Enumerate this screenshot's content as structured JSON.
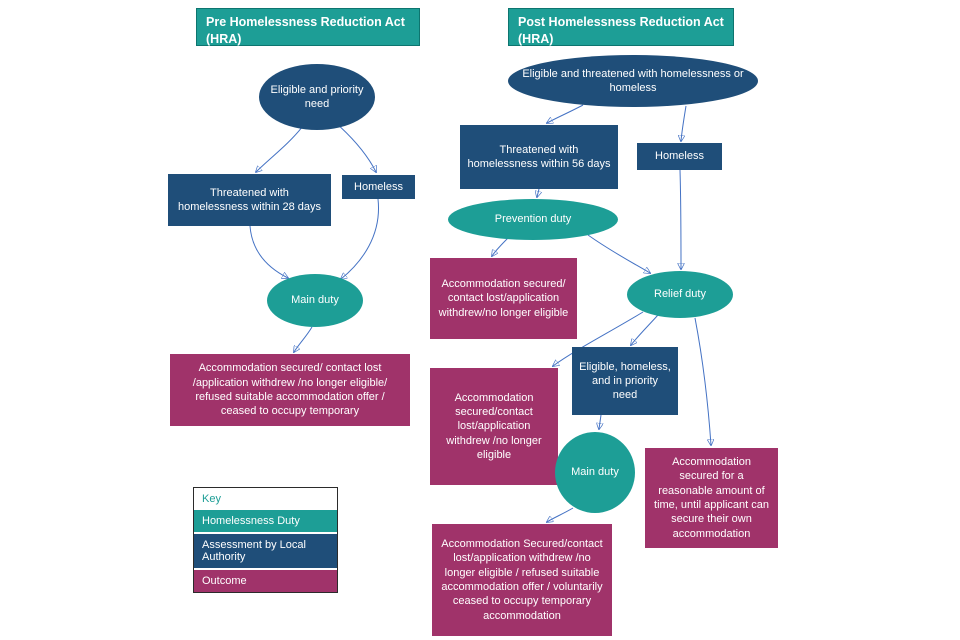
{
  "colors": {
    "homelessness_duty": "#1d9e96",
    "assessment_by_local_authority": "#1f4e79",
    "outcome": "#a0336a",
    "arrow": "#4472c4"
  },
  "pre": {
    "title": "Pre Homelessness Reduction Act (HRA)",
    "eligible": "Eligible and priority need",
    "threatened": "Threatened with homelessness within 28 days",
    "homeless": "Homeless",
    "main_duty": "Main duty",
    "outcome": "Accommodation secured/ contact lost /application withdrew /no longer eligible/ refused suitable accommodation offer / ceased to occupy temporary"
  },
  "post": {
    "title": "Post Homelessness Reduction Act (HRA)",
    "eligible": "Eligible and threatened with homelessness or homeless",
    "threatened": "Threatened with homelessness within 56 days",
    "homeless": "Homeless",
    "prevention_duty": "Prevention duty",
    "prevention_outcome": "Accommodation secured/ contact lost/application withdrew/no longer eligible",
    "relief_duty": "Relief duty",
    "eligible_priority": "Eligible, homeless, and in priority need",
    "relief_outcome": "Accommodation secured/contact lost/application withdrew /no longer eligible",
    "main_duty": "Main duty",
    "main_outcome_right": "Accommodation secured for a reasonable amount of time, until applicant can secure their own accommodation",
    "main_outcome_bottom": "Accommodation Secured/contact lost/application withdrew /no longer eligible / refused suitable accommodation offer / voluntarily ceased to occupy temporary accommodation"
  },
  "key": {
    "title": "Key",
    "items": [
      {
        "label": "Homelessness Duty",
        "type": "homelessness-duty"
      },
      {
        "label": "Assessment by Local Authority",
        "type": "assessment-by-local-authority"
      },
      {
        "label": "Outcome",
        "type": "outcome"
      }
    ]
  }
}
